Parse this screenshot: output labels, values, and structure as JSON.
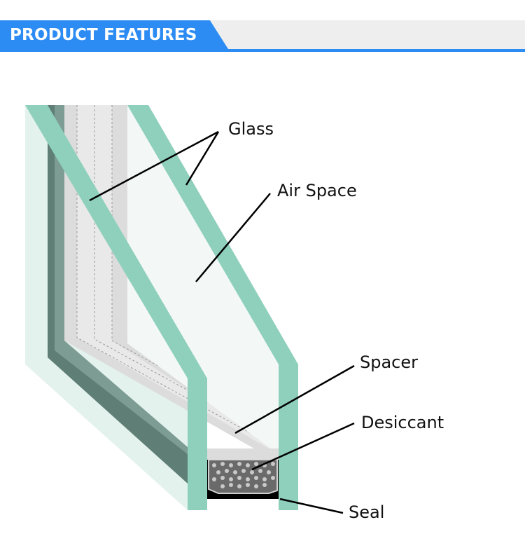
{
  "header": {
    "title": "PRODUCT FEATURES",
    "accent_color": "#2c8cf4",
    "bar_color": "#eeeeee"
  },
  "diagram": {
    "labels": {
      "glass": "Glass",
      "air_space": "Air Space",
      "spacer": "Spacer",
      "desiccant": "Desiccant",
      "seal": "Seal"
    },
    "colors": {
      "glass_face": "#e8f5f0",
      "glass_edge": "#8fd0bc",
      "spacer_grey": "#dcdcdc",
      "desiccant": "#5a5a5a",
      "seal": "#000000",
      "frame_dark": "#5f7e76"
    }
  }
}
